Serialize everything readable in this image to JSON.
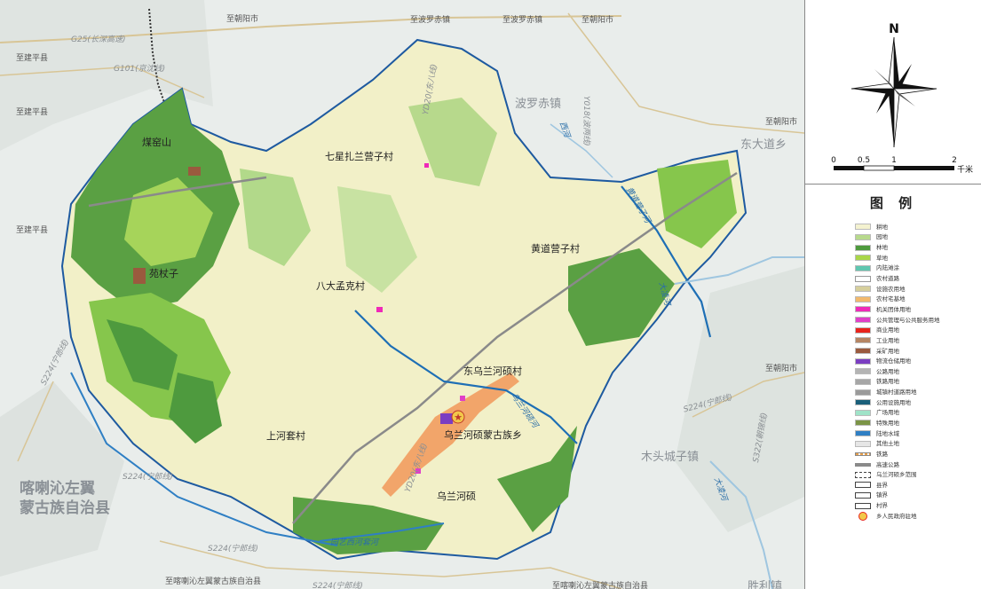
{
  "map": {
    "villages": [
      "七星扎兰营子村",
      "八大孟克村",
      "黄道营子村",
      "东乌兰河硕村",
      "上河套村",
      "乌兰河硕"
    ],
    "township_seat": "乌兰河硕蒙古族乡",
    "hills": [
      "煤窑山",
      "苑杖子"
    ],
    "towns": [
      "波罗赤镇",
      "东大道乡",
      "木头城子镇",
      "胜利镇"
    ],
    "county": [
      "喀喇沁左翼",
      "蒙古族自治县"
    ],
    "destinations": [
      "至朝阳市",
      "至波罗赤镇",
      "至波罗赤镇",
      "至朝阳市",
      "至建平县",
      "至建平县",
      "至建平县",
      "至朝阳市",
      "至朝阳市",
      "至喀喇沁左翼蒙古族自治县",
      "至喀喇沁左翼蒙古族自治县"
    ],
    "roads": [
      "G25(长深高速)",
      "G101(京沈线)",
      "Y018(波两线)",
      "YD20(东八线)",
      "YD20(东八线)",
      "S224(宁郎线)",
      "S224(宁郎线)",
      "S224(宁郎线)",
      "S224(宁郎线)",
      "S224(宁郎线)",
      "S322(朝锦线)"
    ],
    "rivers": [
      "西河",
      "黄道营子河",
      "大凌河",
      "乌兰河硕河",
      "大凌河",
      "园艺西河套河"
    ]
  },
  "panel": {
    "north": "N",
    "scale_ticks": [
      "0",
      "0.5",
      "1",
      "2"
    ],
    "scale_unit": "千米",
    "legend_title": "图 例",
    "legend": [
      {
        "label": "耕地",
        "color": "#f4f2d0",
        "kind": "fill"
      },
      {
        "label": "园地",
        "color": "#b7d98c",
        "kind": "fill"
      },
      {
        "label": "林地",
        "color": "#4e9a3e",
        "kind": "fill"
      },
      {
        "label": "草地",
        "color": "#a9d648",
        "kind": "fill"
      },
      {
        "label": "内陆滩涂",
        "color": "#5fc7b0",
        "kind": "fill"
      },
      {
        "label": "农村道路",
        "color": "#ffffff",
        "kind": "line"
      },
      {
        "label": "设施农用地",
        "color": "#d6cf9c",
        "kind": "fill"
      },
      {
        "label": "农村宅基地",
        "color": "#f2b96c",
        "kind": "fill"
      },
      {
        "label": "机关团体用地",
        "color": "#ef2ab8",
        "kind": "fill"
      },
      {
        "label": "公共管理与公共服务用地",
        "color": "#e040c8",
        "kind": "fill"
      },
      {
        "label": "商业用地",
        "color": "#e8241c",
        "kind": "fill"
      },
      {
        "label": "工业用地",
        "color": "#b58563",
        "kind": "fill"
      },
      {
        "label": "采矿用地",
        "color": "#9a5a3e",
        "kind": "fill"
      },
      {
        "label": "物流仓储用地",
        "color": "#7b3ec2",
        "kind": "fill"
      },
      {
        "label": "公路用地",
        "color": "#b4b4b4",
        "kind": "fill"
      },
      {
        "label": "铁路用地",
        "color": "#a6a6a6",
        "kind": "fill"
      },
      {
        "label": "城镇村道路用地",
        "color": "#9a9a9a",
        "kind": "fill"
      },
      {
        "label": "公用设施用地",
        "color": "#1a5f7a",
        "kind": "fill"
      },
      {
        "label": "广场用地",
        "color": "#9fe3c8",
        "kind": "fill"
      },
      {
        "label": "特殊用地",
        "color": "#7b9446",
        "kind": "fill"
      },
      {
        "label": "陆地水域",
        "color": "#2f7fc4",
        "kind": "fill"
      },
      {
        "label": "其他土地",
        "color": "#e6e6e6",
        "kind": "fill"
      },
      {
        "label": "铁路",
        "color": "#e8a04c",
        "kind": "rail"
      },
      {
        "label": "高速公路",
        "color": "#8a8a8a",
        "kind": "hwy"
      },
      {
        "label": "乌兰河硕乡范围",
        "color": "#444444",
        "kind": "dashbox"
      },
      {
        "label": "县界",
        "color": "#444444",
        "kind": "box"
      },
      {
        "label": "镇界",
        "color": "#444444",
        "kind": "box"
      },
      {
        "label": "村界",
        "color": "#444444",
        "kind": "box"
      },
      {
        "label": "乡人民政府驻地",
        "color": "#e8241c",
        "kind": "star"
      }
    ]
  }
}
